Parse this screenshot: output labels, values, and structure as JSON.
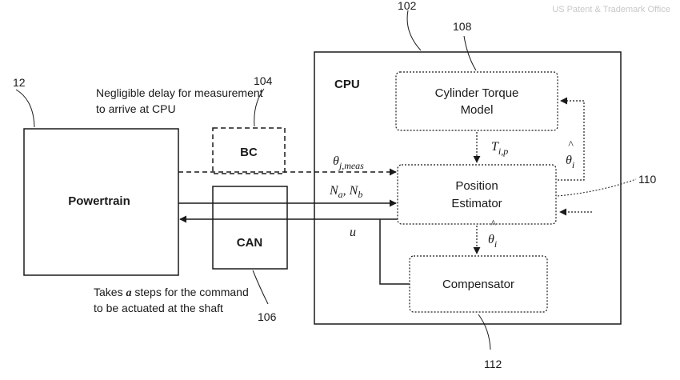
{
  "watermark": "US Patent & Trademark Office",
  "refs": {
    "cpu_ref": "102",
    "powertrain_ref": "12",
    "bc_ref": "104",
    "can_ref": "106",
    "torque_ref": "108",
    "estimator_ref": "110",
    "compensator_ref": "112"
  },
  "blocks": {
    "powertrain": "Powertrain",
    "bc": "BC",
    "can": "CAN",
    "cpu": "CPU",
    "torque_model": [
      "Cylinder Torque",
      "Model"
    ],
    "estimator": [
      "Position",
      "Estimator"
    ],
    "compensator": "Compensator"
  },
  "notes": {
    "measurement": [
      "Negligible delay for measurement",
      "to arrive at CPU"
    ],
    "command": [
      "Takes ",
      "a",
      " steps for the command",
      "to be actuated at the shaft"
    ]
  },
  "signals": {
    "theta_meas_base": "θ",
    "theta_meas_sub": "j,meas",
    "na": "N",
    "na_sub": "a",
    "sep": ", ",
    "nb": "N",
    "nb_sub": "b",
    "u": "u",
    "tip": "T",
    "tip_sub": "i,p",
    "theta_hat_fb": "θ",
    "theta_hat_fb_sub": "i",
    "theta_hat_mid": "θ",
    "theta_hat_mid_sub": "i",
    "hat": "^"
  }
}
